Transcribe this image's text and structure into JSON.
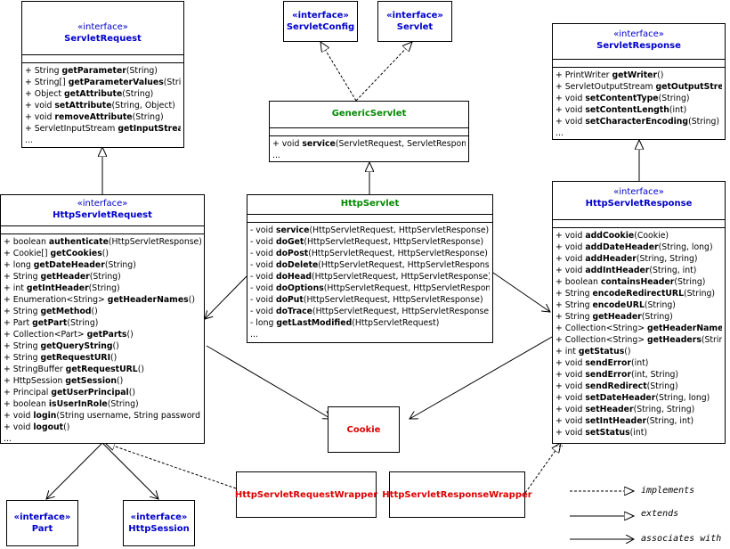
{
  "classes": {
    "servlet_request": {
      "stereotype": "«interface»",
      "name": "ServletRequest",
      "ops": [
        {
          "p": "+ String ",
          "m": "getParameter",
          "a": "(String)"
        },
        {
          "p": "+ String[] ",
          "m": "getParameterValues",
          "a": "(String)"
        },
        {
          "p": "+ Object ",
          "m": "getAttribute",
          "a": "(String)"
        },
        {
          "p": "+ void ",
          "m": "setAttribute",
          "a": "(String, Object)"
        },
        {
          "p": "+ void ",
          "m": "removeAttribute",
          "a": "(String)"
        },
        {
          "p": "+ ServletInputStream ",
          "m": "getInputStream",
          "a": "()"
        },
        {
          "p": "...",
          "m": "",
          "a": ""
        }
      ]
    },
    "servlet_config": {
      "stereotype": "«interface»",
      "name": "ServletConfig"
    },
    "servlet": {
      "stereotype": "«interface»",
      "name": "Servlet"
    },
    "generic_servlet": {
      "name": "GenericServlet",
      "ops": [
        {
          "p": "+ void ",
          "m": "service",
          "a": "(ServletRequest, ServletResponse)"
        },
        {
          "p": "...",
          "m": "",
          "a": ""
        }
      ]
    },
    "servlet_response": {
      "stereotype": "«interface»",
      "name": "ServletResponse",
      "ops": [
        {
          "p": "+ PrintWriter ",
          "m": "getWriter",
          "a": "()"
        },
        {
          "p": "+ ServletOutputStream ",
          "m": "getOutputStream",
          "a": "()"
        },
        {
          "p": "+ void ",
          "m": "setContentType",
          "a": "(String)"
        },
        {
          "p": "+ void ",
          "m": "setContentLength",
          "a": "(int)"
        },
        {
          "p": "+ void ",
          "m": "setCharacterEncoding",
          "a": "(String)"
        },
        {
          "p": "...",
          "m": "",
          "a": ""
        }
      ]
    },
    "http_servlet_request": {
      "stereotype": "«interface»",
      "name": "HttpServletRequest",
      "ops": [
        {
          "p": "+ boolean ",
          "m": "authenticate",
          "a": "(HttpServletResponse)"
        },
        {
          "p": "+ Cookie[] ",
          "m": "getCookies",
          "a": "()"
        },
        {
          "p": "+ long ",
          "m": "getDateHeader",
          "a": "(String)"
        },
        {
          "p": "+ String ",
          "m": "getHeader",
          "a": "(String)"
        },
        {
          "p": "+ int ",
          "m": "getIntHeader",
          "a": "(String)"
        },
        {
          "p": "+ Enumeration<String> ",
          "m": "getHeaderNames",
          "a": "()"
        },
        {
          "p": "+ String ",
          "m": "getMethod",
          "a": "()"
        },
        {
          "p": "+ Part ",
          "m": "getPart",
          "a": "(String)"
        },
        {
          "p": "+ Collection<Part> ",
          "m": "getParts",
          "a": "()"
        },
        {
          "p": "+ String ",
          "m": "getQueryString",
          "a": "()"
        },
        {
          "p": "+ String ",
          "m": "getRequestURI",
          "a": "()"
        },
        {
          "p": "+ StringBuffer ",
          "m": "getRequestURL",
          "a": "()"
        },
        {
          "p": "+ HttpSession ",
          "m": "getSession",
          "a": "()"
        },
        {
          "p": "+ Principal ",
          "m": "getUserPrincipal",
          "a": "()"
        },
        {
          "p": "+ boolean ",
          "m": "isUserInRole",
          "a": "(String)"
        },
        {
          "p": "+ void ",
          "m": "login",
          "a": "(String username, String password)"
        },
        {
          "p": "+ void ",
          "m": "logout",
          "a": "()"
        },
        {
          "p": "...",
          "m": "",
          "a": ""
        }
      ]
    },
    "http_servlet": {
      "name": "HttpServlet",
      "ops": [
        {
          "p": "- void ",
          "m": "service",
          "a": "(HttpServletRequest, HttpServletResponse)"
        },
        {
          "p": "- void ",
          "m": "doGet",
          "a": "(HttpServletRequest, HttpServletResponse)"
        },
        {
          "p": "- void ",
          "m": "doPost",
          "a": "(HttpServletRequest, HttpServletResponse)"
        },
        {
          "p": "- void ",
          "m": "doDelete",
          "a": "(HttpServletRequest, HttpServletResponse)"
        },
        {
          "p": "- void ",
          "m": "doHead",
          "a": "(HttpServletRequest, HttpServletResponse)"
        },
        {
          "p": "- void ",
          "m": "doOptions",
          "a": "(HttpServletRequest, HttpServletResponse)"
        },
        {
          "p": "- void ",
          "m": "doPut",
          "a": "(HttpServletRequest, HttpServletResponse)"
        },
        {
          "p": "- void ",
          "m": "doTrace",
          "a": "(HttpServletRequest, HttpServletResponse)"
        },
        {
          "p": "- long ",
          "m": "getLastModified",
          "a": "(HttpServletRequest)"
        },
        {
          "p": "...",
          "m": "",
          "a": ""
        }
      ]
    },
    "http_servlet_response": {
      "stereotype": "«interface»",
      "name": "HttpServletResponse",
      "ops": [
        {
          "p": "+ void ",
          "m": "addCookie",
          "a": "(Cookie)"
        },
        {
          "p": "+ void ",
          "m": "addDateHeader",
          "a": "(String, long)"
        },
        {
          "p": "+ void ",
          "m": "addHeader",
          "a": "(String, String)"
        },
        {
          "p": "+ void ",
          "m": "addIntHeader",
          "a": "(String, int)"
        },
        {
          "p": "+ boolean ",
          "m": "containsHeader",
          "a": "(String)"
        },
        {
          "p": "+ String ",
          "m": "encodeRedirectURL",
          "a": "(String)"
        },
        {
          "p": "+ String ",
          "m": "encodeURL",
          "a": "(String)"
        },
        {
          "p": "+ String ",
          "m": "getHeader",
          "a": "(String)"
        },
        {
          "p": "+ Collection<String> ",
          "m": "getHeaderNames",
          "a": "()"
        },
        {
          "p": "+ Collection<String> ",
          "m": "getHeaders",
          "a": "(String)"
        },
        {
          "p": "+ int ",
          "m": "getStatus",
          "a": "()"
        },
        {
          "p": "+ void ",
          "m": "sendError",
          "a": "(int)"
        },
        {
          "p": "+ void ",
          "m": "sendError",
          "a": "(int, String)"
        },
        {
          "p": "+ void ",
          "m": "sendRedirect",
          "a": "(String)"
        },
        {
          "p": "+ void ",
          "m": "setDateHeader",
          "a": "(String, long)"
        },
        {
          "p": "+ void ",
          "m": "setHeader",
          "a": "(String, String)"
        },
        {
          "p": "+ void ",
          "m": "setIntHeader",
          "a": "(String, int)"
        },
        {
          "p": "+ void ",
          "m": "setStatus",
          "a": "(int)"
        },
        {
          "p": "...",
          "m": "",
          "a": ""
        }
      ]
    },
    "cookie": {
      "name": "Cookie"
    },
    "part": {
      "stereotype": "«interface»",
      "name": "Part"
    },
    "http_session": {
      "stereotype": "«interface»",
      "name": "HttpSession"
    },
    "request_wrapper": {
      "name": "HttpServletRequestWrapper"
    },
    "response_wrapper": {
      "name": "HttpServletResponseWrapper"
    }
  },
  "legend": {
    "implements": "implements",
    "extends": "extends",
    "associates": "associates with"
  },
  "colors": {
    "interface_text": "#0000cc",
    "class_text": "#008800",
    "concrete_text": "#dd0000"
  }
}
